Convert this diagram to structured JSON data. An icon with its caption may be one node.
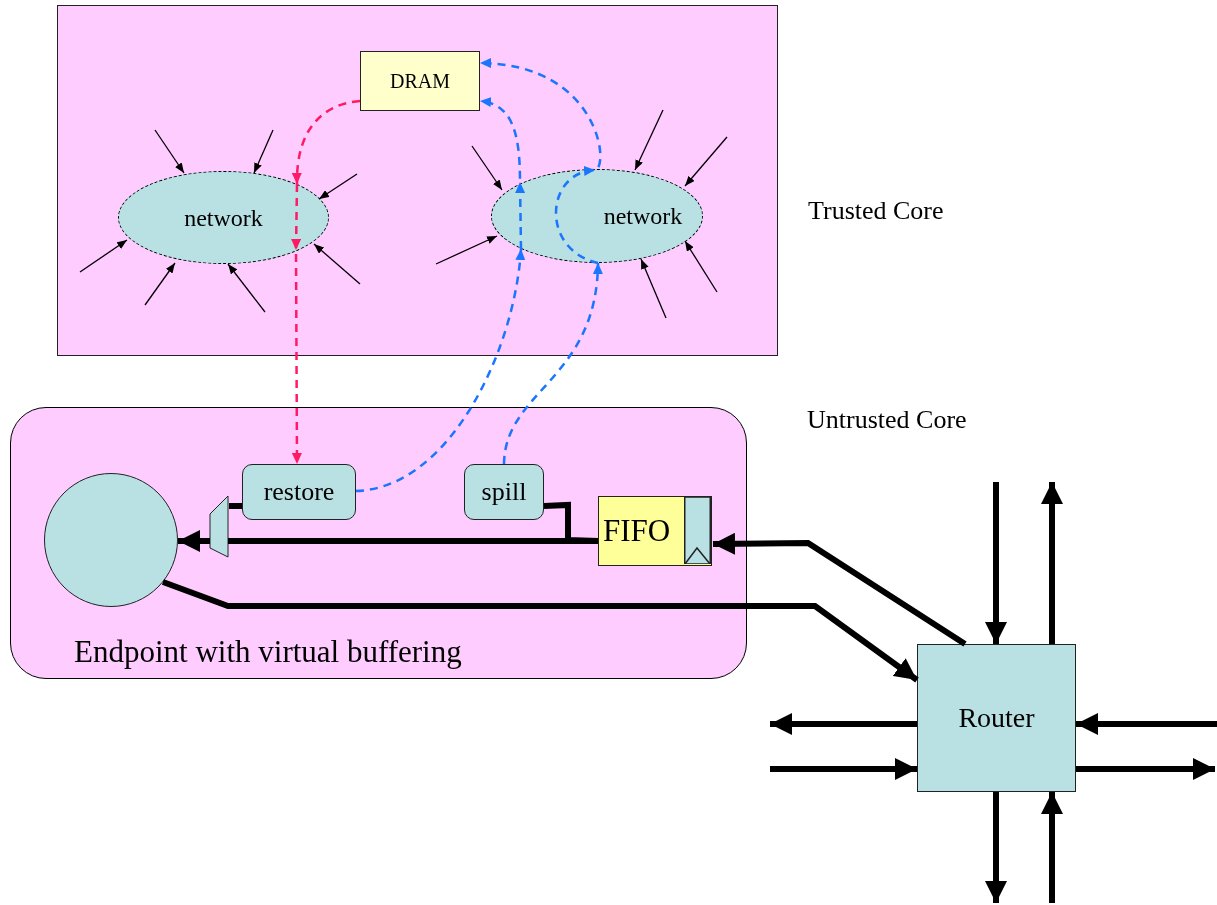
{
  "diagram": {
    "nodes": [
      {
        "text": [],
        "shape": "box",
        "beside": [
          "Trusted Core"
        ]
      },
      {
        "text": [
          "DRAM"
        ],
        "in": 0
      },
      {
        "text": [
          "network"
        ],
        "in": 0
      },
      {
        "text": [
          "network"
        ],
        "in": 0
      },
      {
        "text": [
          "Endpoint with virtual buffering"
        ]
      },
      {
        "text": [],
        "shape": "circle",
        "in": 4
      },
      {
        "text": [],
        "shape": "trapezoid",
        "in": 4
      },
      {
        "text": [
          "restore"
        ],
        "in": 4
      },
      {
        "text": [
          "spill"
        ],
        "in": 4
      },
      {
        "text": [
          "FIFO"
        ],
        "in": 4
      },
      {
        "text": [
          "Router"
        ]
      }
    ],
    "edges": [
      {
        "from": 1,
        "to": 2,
        "arrow": "to",
        "style": "dashed",
        "color": "#ff1a66"
      },
      {
        "from": 2,
        "to": 7,
        "arrow": "to",
        "style": "dashed",
        "color": "#ff1a66"
      },
      {
        "from": 7,
        "to": 3,
        "arrow": "to",
        "style": "dashed",
        "color": "#1a75ff"
      },
      {
        "from": 3,
        "to": 1,
        "arrow": "to",
        "style": "dashed",
        "color": "#1a75ff"
      },
      {
        "from": 8,
        "to": 3,
        "arrow": "to",
        "style": "dashed",
        "color": "#1a75ff"
      },
      {
        "from": 3,
        "to": 1,
        "arrow": "to",
        "style": "dashed",
        "color": "#1a75ff"
      },
      {
        "from": null,
        "to": 2,
        "arrow": "to"
      },
      {
        "from": null,
        "to": 2,
        "arrow": "to"
      },
      {
        "from": null,
        "to": 2,
        "arrow": "to"
      },
      {
        "from": null,
        "to": 2,
        "arrow": "to"
      },
      {
        "from": null,
        "to": 2,
        "arrow": "to"
      },
      {
        "from": null,
        "to": 2,
        "arrow": "to"
      },
      {
        "from": null,
        "to": 2,
        "arrow": "to"
      },
      {
        "from": null,
        "to": 3,
        "arrow": "to"
      },
      {
        "from": null,
        "to": 3,
        "arrow": "to"
      },
      {
        "from": null,
        "to": 3,
        "arrow": "to"
      },
      {
        "from": null,
        "to": 3,
        "arrow": "to"
      },
      {
        "from": null,
        "to": 3,
        "arrow": "to"
      },
      {
        "from": null,
        "to": 3,
        "arrow": "to"
      },
      {
        "from": 7,
        "to": 6,
        "arrow": "none",
        "style": "thick"
      },
      {
        "from": 9,
        "to": 6,
        "arrow": "none",
        "style": "thick"
      },
      {
        "from": 6,
        "to": 5,
        "arrow": "to",
        "style": "thick"
      },
      {
        "from": 8,
        "to": 9,
        "arrow": "none",
        "style": "thick"
      },
      {
        "from": 10,
        "to": 9,
        "arrow": "to",
        "style": "thick"
      },
      {
        "from": 5,
        "to": 10,
        "arrow": "to",
        "style": "thick"
      },
      {
        "from": null,
        "to": 10,
        "arrow": "to",
        "style": "thick"
      },
      {
        "from": 10,
        "to": null,
        "arrow": "to",
        "style": "thick"
      },
      {
        "from": 10,
        "to": null,
        "arrow": "to",
        "style": "thick"
      },
      {
        "from": null,
        "to": 10,
        "arrow": "to",
        "style": "thick"
      },
      {
        "from": null,
        "to": 10,
        "arrow": "to",
        "style": "thick"
      },
      {
        "from": 10,
        "to": null,
        "arrow": "to",
        "style": "thick"
      },
      {
        "from": 10,
        "to": null,
        "arrow": "to",
        "style": "thick"
      },
      {
        "from": null,
        "to": 10,
        "arrow": "to",
        "style": "thick"
      }
    ],
    "labels": [
      "Untrusted Core"
    ]
  }
}
